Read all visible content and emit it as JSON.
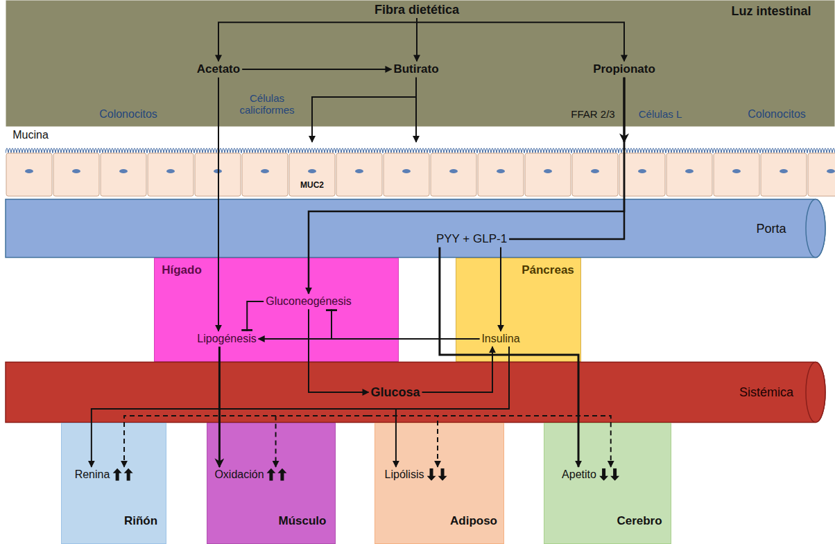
{
  "diagram": {
    "nodes": [
      {
        "text": [
          "Luz intestinal"
        ]
      },
      {
        "text": [
          "Fibra dietética"
        ],
        "in": 0
      },
      {
        "text": [
          "Acetato"
        ],
        "in": 0
      },
      {
        "text": [
          "Butirato"
        ],
        "in": 0
      },
      {
        "text": [
          "Propionato"
        ],
        "in": 0
      },
      {
        "text": [
          "Mucina",
          "MUC2"
        ]
      },
      {
        "text": [
          "Porta"
        ]
      },
      {
        "text": [
          "PYY + GLP-1"
        ],
        "in": 6
      },
      {
        "text": [
          "Hígado"
        ]
      },
      {
        "text": [
          "Gluconeogénesis"
        ],
        "in": 8
      },
      {
        "text": [
          "Lipogénesis"
        ],
        "in": 8
      },
      {
        "text": [
          "Páncreas"
        ]
      },
      {
        "text": [
          "Insulina"
        ],
        "in": 11
      },
      {
        "text": [
          "Sistémica"
        ]
      },
      {
        "text": [
          "Glucosa"
        ],
        "in": 13
      },
      {
        "text": [
          "Riñón"
        ]
      },
      {
        "text": [
          "Renina"
        ],
        "in": 15
      },
      {
        "text": [
          "Músculo"
        ]
      },
      {
        "text": [
          "Oxidación"
        ],
        "in": 17
      },
      {
        "text": [
          "Adiposo"
        ]
      },
      {
        "text": [
          "Lipólisis"
        ],
        "in": 19
      },
      {
        "text": [
          "Cerebro"
        ]
      },
      {
        "text": [
          "Apetito"
        ],
        "in": 21
      }
    ],
    "edges": [
      {
        "from": 1,
        "to": 2,
        "arrow": "to"
      },
      {
        "from": 1,
        "to": 3,
        "arrow": "to"
      },
      {
        "from": 1,
        "to": 4,
        "arrow": "to"
      },
      {
        "from": 2,
        "to": 3,
        "arrow": "to"
      },
      {
        "from": 3,
        "to": 5,
        "arrow": "to"
      },
      {
        "from": 3,
        "to": 5,
        "arrow": "to"
      },
      {
        "from": 2,
        "to": 10,
        "arrow": "to"
      },
      {
        "from": 4,
        "to": 5,
        "arrow": "to"
      },
      {
        "from": 4,
        "to": 7,
        "arrow": "none"
      },
      {
        "from": 4,
        "to": 9,
        "arrow": "to"
      },
      {
        "from": 7,
        "to": 12,
        "arrow": "to"
      },
      {
        "from": 7,
        "to": 22,
        "arrow": "to"
      },
      {
        "from": 12,
        "to": 10,
        "arrow": "to"
      },
      {
        "from": 12,
        "to": 9,
        "arrow": "to"
      },
      {
        "from": 9,
        "to": 10,
        "arrow": "to"
      },
      {
        "from": 9,
        "to": 14,
        "arrow": "to"
      },
      {
        "from": 14,
        "to": 12,
        "arrow": "to"
      },
      {
        "from": 10,
        "to": 18,
        "arrow": "to"
      },
      {
        "from": 12,
        "to": 16,
        "arrow": "to"
      },
      {
        "from": 12,
        "to": 20,
        "arrow": "to"
      },
      {
        "from": 13,
        "to": 16,
        "arrow": "to"
      },
      {
        "from": 13,
        "to": 18,
        "arrow": "to"
      },
      {
        "from": 13,
        "to": 20,
        "arrow": "to"
      },
      {
        "from": 13,
        "to": 22,
        "arrow": "to"
      }
    ],
    "labels": [
      "Colonocitos",
      "Células caliciformes",
      "FFAR 2/3",
      "Células L",
      "Colonocitos"
    ]
  }
}
